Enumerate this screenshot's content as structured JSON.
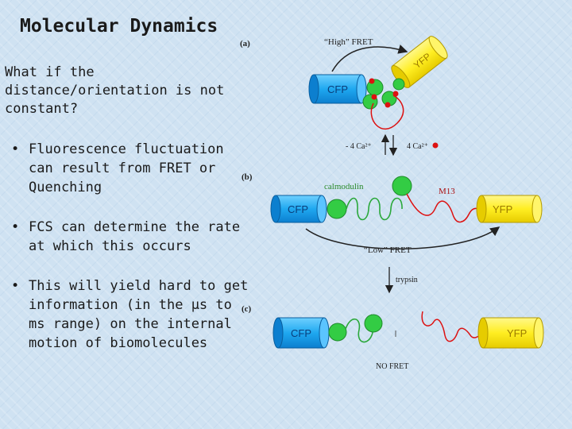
{
  "slide": {
    "title": "Molecular Dynamics",
    "question": "What if the distance/orientation is not constant?",
    "bullets": [
      {
        "marker": "•",
        "text": "Fluorescence fluctuation can result from FRET or Quenching"
      },
      {
        "marker": "•",
        "text": "FCS can determine the rate at which this occurs"
      },
      {
        "marker": "•",
        "text": "This will yield hard to get information (in the µs to ms range) on the internal motion of biomolecules"
      }
    ]
  },
  "figure": {
    "panel_a": {
      "label": "(a)",
      "high_fret": "“High” FRET",
      "cfp": "CFP",
      "yfp": "YFP"
    },
    "transition_ca": {
      "minus": "- 4 Ca²⁺",
      "plus": "4 Ca²⁺"
    },
    "panel_b": {
      "label": "(b)",
      "calmodulin": "calmodulin",
      "m13": "M13",
      "cfp": "CFP",
      "yfp": "YFP",
      "low_fret": "“Low” FRET"
    },
    "trypsin": "trypsin",
    "panel_c": {
      "label": "(c)",
      "cfp": "CFP",
      "yfp": "YFP",
      "no_fret": "NO FRET"
    },
    "colors": {
      "cfp": "#1fa8f0",
      "yfp": "#ffee22",
      "calmodulin": "#33cc44",
      "peptide": "#dd1111",
      "ca_ion": "#dd1111"
    }
  }
}
